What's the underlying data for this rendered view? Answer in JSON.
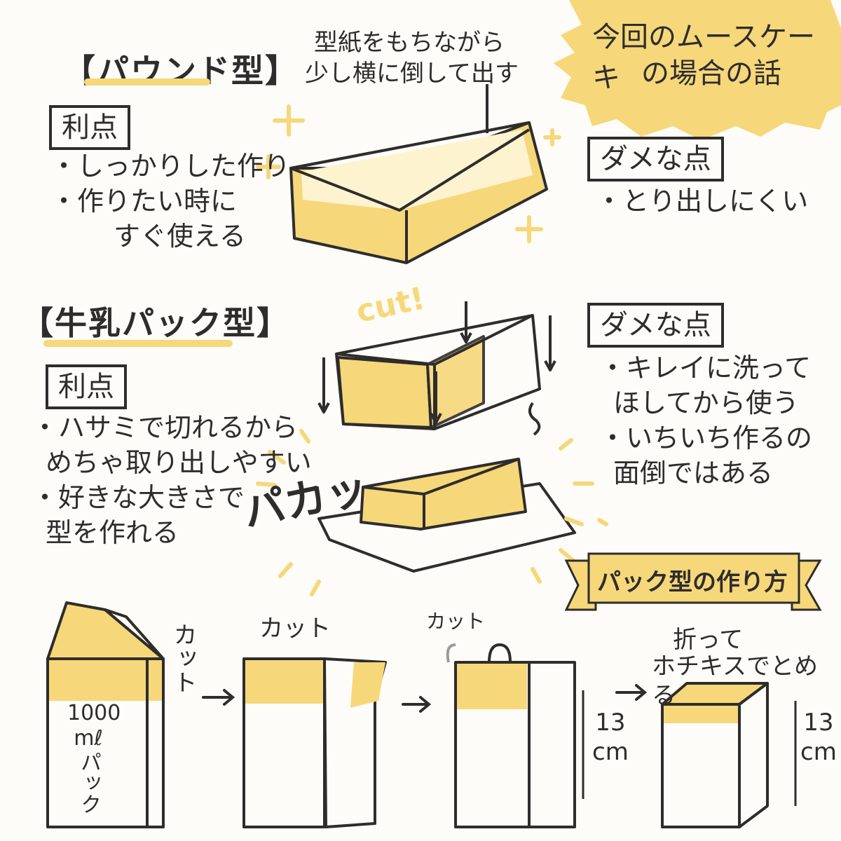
{
  "header": {
    "starburst_line1": "今回のムースケーキ",
    "starburst_line2": "の場合の話"
  },
  "pound": {
    "title": "【パウンド型】",
    "merit_label": "利点",
    "merits": [
      "・しっかりした作り",
      "・作りたい時に",
      "すぐ使える"
    ],
    "demerit_label": "ダメな点",
    "demerits": [
      "・とり出しにくい"
    ],
    "note_line1": "型紙をもちながら",
    "note_line2": "少し横に倒して出す"
  },
  "milk": {
    "title": "【牛乳パック型】",
    "merit_label": "利点",
    "merits": [
      "・ハサミで切れるから",
      "めちゃ取り出しやすい",
      "・好きな大きさで",
      "型を作れる"
    ],
    "demerit_label": "ダメな点",
    "demerits": [
      "・キレイに洗って",
      "ほしてから使う",
      "・いちいち作るの",
      "面倒ではある"
    ],
    "cut_text": "cut!",
    "sfx_text": "パカッ"
  },
  "howto": {
    "ribbon": "パック型の作り方",
    "carton_label": [
      "1000",
      "mℓ",
      "パック"
    ],
    "step1_note": "カット",
    "step2_note": "カット",
    "step3_note": "カット",
    "step4_note_line1": "折って",
    "step4_note_line2": "ホチキスでとめる",
    "height1": [
      "13",
      "cm"
    ],
    "height2": [
      "13",
      "cm"
    ]
  },
  "colors": {
    "yellow": "#f6d77a",
    "ink": "#2e2d2c",
    "paper": "#fdfcf8"
  }
}
